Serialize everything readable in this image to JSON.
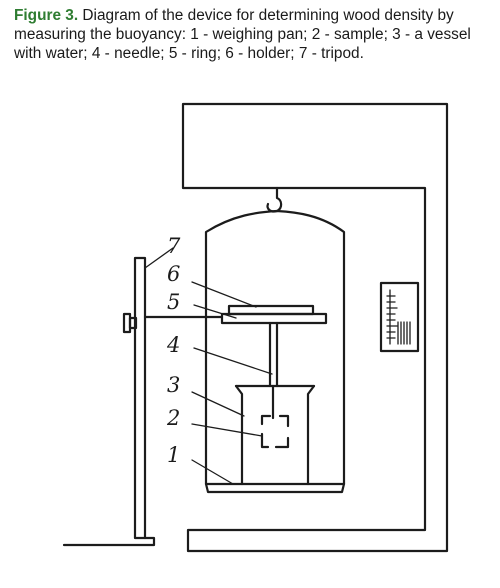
{
  "caption": {
    "figure_label": "Figure 3.",
    "text": "Diagram of the device for determining wood density by measuring the buoyancy: 1 - weighing pan; 2 - sample; 3 - a vessel with water; 4 - needle; 5 - ring; 6 - holder; 7 - tripod."
  },
  "diagram": {
    "labels": [
      "7",
      "6",
      "5",
      "4",
      "3",
      "2",
      "1"
    ]
  }
}
